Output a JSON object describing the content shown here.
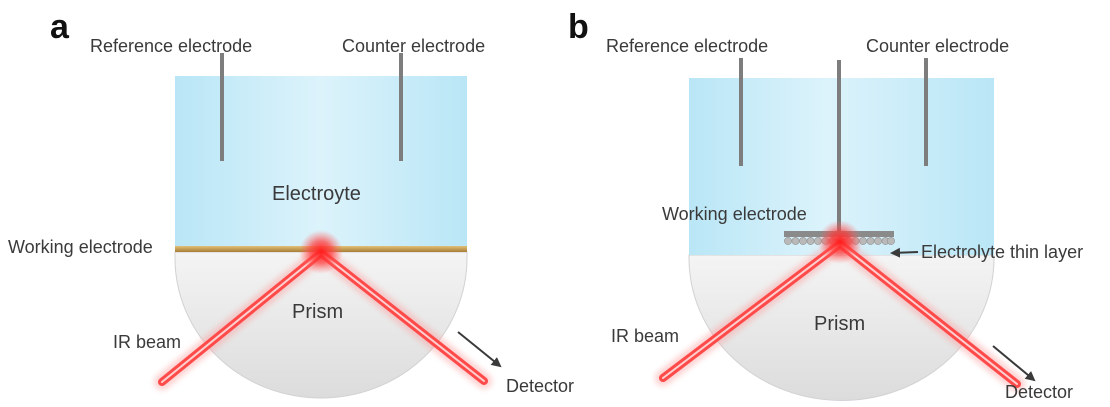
{
  "panel_a": {
    "letter": "a",
    "reference_label": "Reference electrode",
    "counter_label": "Counter electrode",
    "electrolyte_label": "Electroyte",
    "working_label": "Working electrode",
    "prism_label": "Prism",
    "ir_label": "IR beam",
    "detector_label": "Detector"
  },
  "panel_b": {
    "letter": "b",
    "reference_label": "Reference electrode",
    "counter_label": "Counter electrode",
    "working_label": "Working electrode",
    "thin_layer_label": "Electrolyte thin layer",
    "prism_label": "Prism",
    "ir_label": "IR beam",
    "detector_label": "Detector"
  },
  "colors": {
    "electrolyte": "#c9ecf8",
    "electrode_rod": "#7d7d7d",
    "working_film": "#c9a055",
    "prism": "#e9e9e9",
    "beam": "#ff3b3b",
    "text": "#3a3a3a"
  }
}
